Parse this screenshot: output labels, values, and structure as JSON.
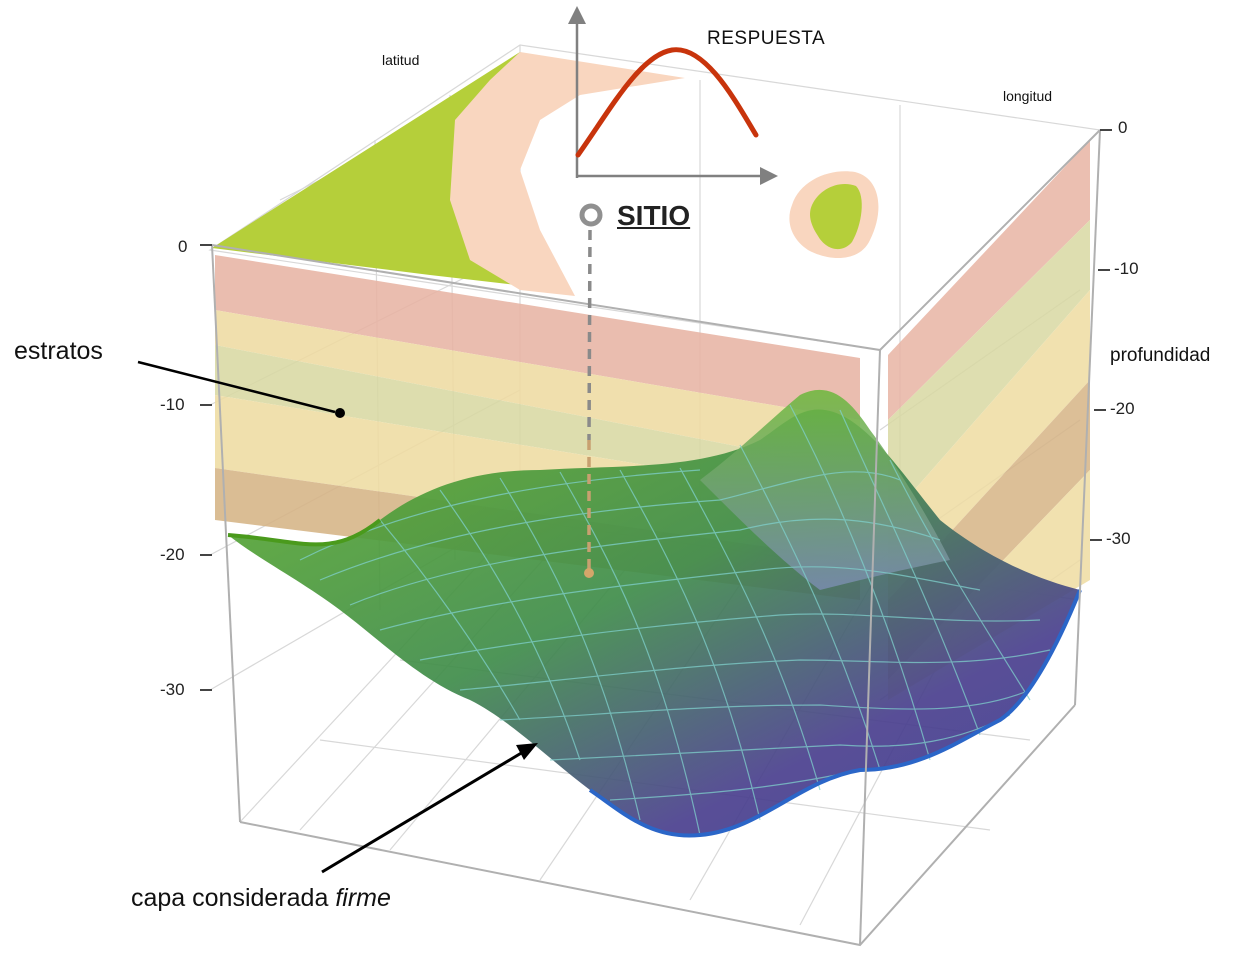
{
  "labels": {
    "latitude": "latitud",
    "longitude": "longitud",
    "depth": "profundidad",
    "response": "RESPUESTA",
    "site": "SITIO",
    "strata": "estratos",
    "firm_layer_prefix": "capa considerada",
    "firm_layer_emph": "firme"
  },
  "left_axis_ticks": [
    "0",
    "-10",
    "-20",
    "-30"
  ],
  "right_axis_ticks": [
    "0",
    "-10",
    "-20",
    "-30"
  ],
  "colors": {
    "land": "#b5cf3a",
    "sand": "#f9d6bf",
    "stratum_pink": "#eab8a9",
    "stratum_tan": "#f0dfa4",
    "stratum_olive": "#d8d8a0",
    "stratum_brown": "#d8b48a",
    "surface_green": "#5aa428",
    "surface_purple": "#4a3a8c",
    "mesh": "#7fd0cc",
    "response_curve": "#c8340c",
    "axes_arrow": "#808080"
  }
}
